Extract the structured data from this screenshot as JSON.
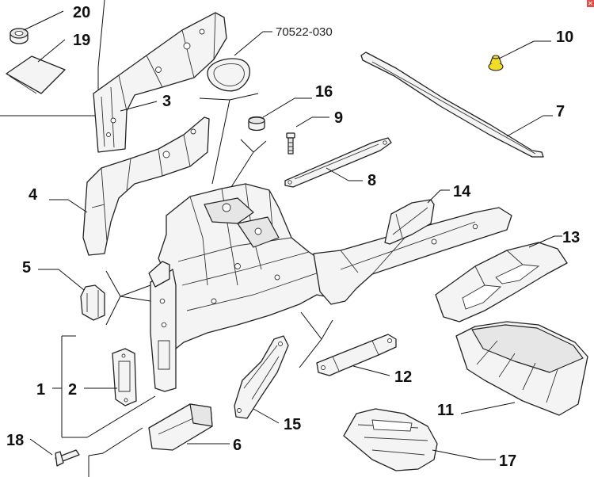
{
  "diagram": {
    "reference_code": "70522-030",
    "callouts": [
      {
        "id": "c20",
        "label": "20"
      },
      {
        "id": "c19",
        "label": "19"
      },
      {
        "id": "c3",
        "label": "3"
      },
      {
        "id": "c10",
        "label": "10"
      },
      {
        "id": "c16",
        "label": "16"
      },
      {
        "id": "c9",
        "label": "9"
      },
      {
        "id": "c7",
        "label": "7"
      },
      {
        "id": "c8",
        "label": "8"
      },
      {
        "id": "c4",
        "label": "4"
      },
      {
        "id": "c14",
        "label": "14"
      },
      {
        "id": "c13",
        "label": "13"
      },
      {
        "id": "c5",
        "label": "5"
      },
      {
        "id": "c1",
        "label": "1"
      },
      {
        "id": "c2",
        "label": "2"
      },
      {
        "id": "c12",
        "label": "12"
      },
      {
        "id": "c11",
        "label": "11"
      },
      {
        "id": "c15",
        "label": "15"
      },
      {
        "id": "c18",
        "label": "18"
      },
      {
        "id": "c6",
        "label": "6"
      },
      {
        "id": "c17",
        "label": "17"
      }
    ],
    "colors": {
      "highlight_part": "#f2dc2a",
      "line": "#222222",
      "background": "#ffffff",
      "corner_badge": "#d9534f"
    },
    "corner_icon": "close-icon"
  }
}
